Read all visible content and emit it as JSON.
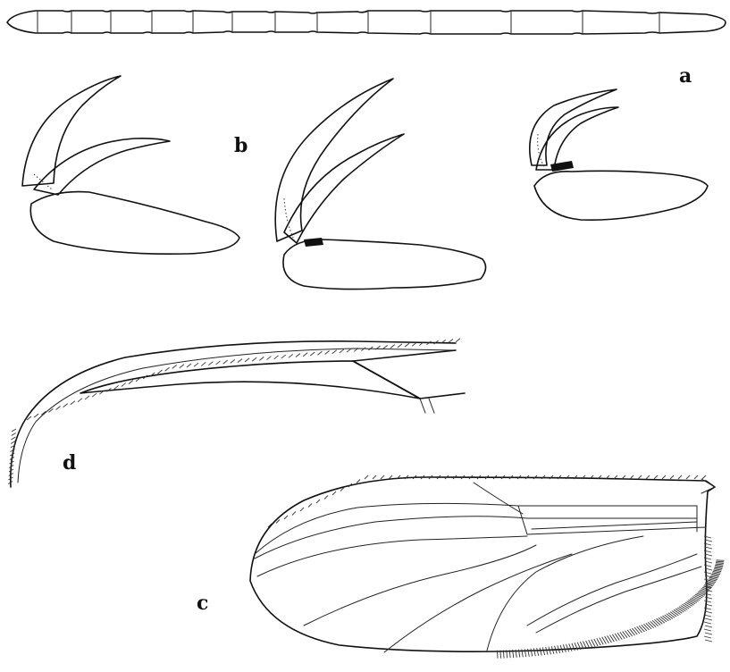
{
  "figure": {
    "panels": [
      {
        "id": "a",
        "label": "a"
      },
      {
        "id": "b",
        "label": "b"
      },
      {
        "id": "c",
        "label": "c"
      },
      {
        "id": "d",
        "label": "d"
      }
    ]
  }
}
